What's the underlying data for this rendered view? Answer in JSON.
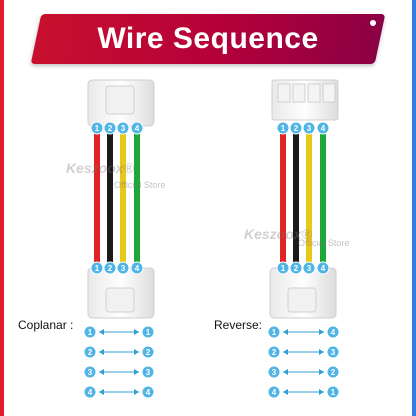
{
  "title": "Wire Sequence",
  "watermark": {
    "brand": "Keszoox®",
    "store": "Official Store"
  },
  "coplanar": {
    "label": "Coplanar :",
    "pairs": [
      [
        "1",
        "1"
      ],
      [
        "2",
        "2"
      ],
      [
        "3",
        "3"
      ],
      [
        "4",
        "4"
      ]
    ]
  },
  "reverse": {
    "label": "Reverse:",
    "pairs": [
      [
        "1",
        "4"
      ],
      [
        "2",
        "3"
      ],
      [
        "3",
        "2"
      ],
      [
        "4",
        "1"
      ]
    ]
  },
  "wire_colors": [
    "#e02323",
    "#1a1a1a",
    "#e8c81a",
    "#1fa83a"
  ],
  "colors": {
    "banner": "#c8102e",
    "accent_blue": "#2f7fe0",
    "badge": "#4fb5e6",
    "arrow": "#2fa0d0"
  }
}
